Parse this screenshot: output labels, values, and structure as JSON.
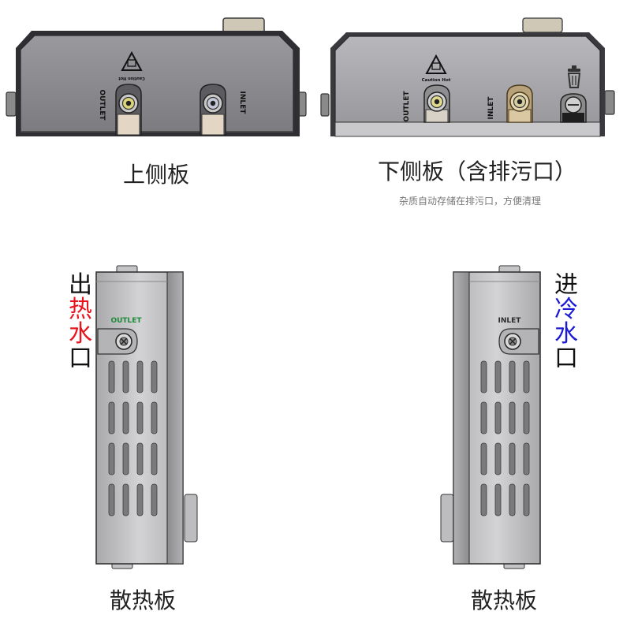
{
  "panels": {
    "top_side": {
      "caption": "上侧板",
      "outlet_label": "OUTLET",
      "inlet_label": "INLET",
      "caution_label": "Caution Hot"
    },
    "bottom_side": {
      "caption": "下侧板（含排污口）",
      "note": "杂质自动存储在排污口，方便清理",
      "outlet_label": "OUTLET",
      "inlet_label": "INLET",
      "caution_label": "Caution Hot"
    },
    "left_heatsink": {
      "caption": "散热板",
      "outlet_label": "OUTLET",
      "side_label": [
        "出",
        "热",
        "水",
        "口"
      ]
    },
    "right_heatsink": {
      "caption": "散热板",
      "inlet_label": "INLET",
      "side_label": [
        "进",
        "冷",
        "水",
        "口"
      ]
    }
  },
  "colors": {
    "hot_accent": "#e8141e",
    "cold_accent": "#1a1ad6",
    "outlet_green": "#1c8a3a"
  }
}
